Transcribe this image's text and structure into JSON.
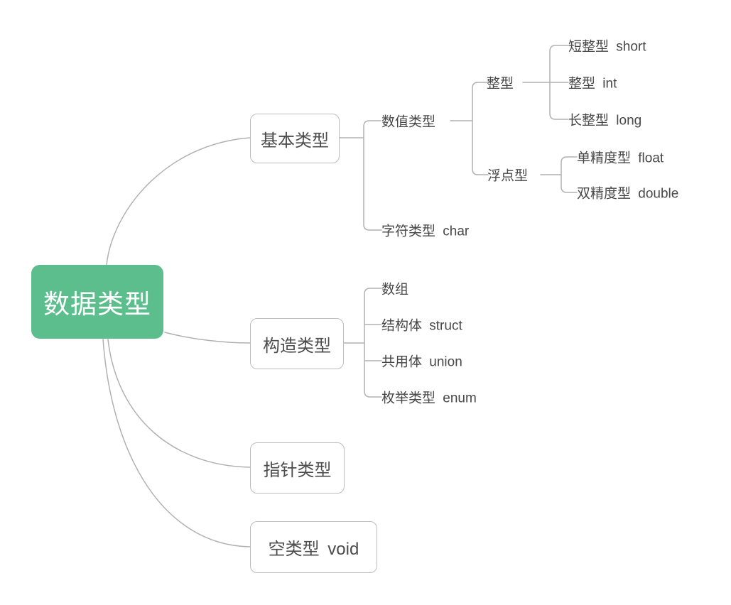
{
  "colors": {
    "root_bg": "#5CBE8D",
    "root_text": "#ffffff",
    "line": "#b1b1b1",
    "box_border": "#bdbdbd",
    "text": "#4a4a4a"
  },
  "map": {
    "root": {
      "label": "数据类型"
    },
    "children": [
      {
        "label": "基本类型",
        "children": [
          {
            "label": "数值类型",
            "children": [
              {
                "label": "整型",
                "children": [
                  {
                    "label": "短整型 short"
                  },
                  {
                    "label": "整型 int"
                  },
                  {
                    "label": "长整型 long"
                  }
                ]
              },
              {
                "label": "浮点型",
                "children": [
                  {
                    "label": "单精度型 float"
                  },
                  {
                    "label": "双精度型 double"
                  }
                ]
              }
            ]
          },
          {
            "label": "字符类型 char"
          }
        ]
      },
      {
        "label": "构造类型",
        "children": [
          {
            "label": "数组"
          },
          {
            "label": "结构体 struct"
          },
          {
            "label": "共用体 union"
          },
          {
            "label": "枚举类型 enum"
          }
        ]
      },
      {
        "label": "指针类型"
      },
      {
        "label": "空类型 void"
      }
    ]
  }
}
